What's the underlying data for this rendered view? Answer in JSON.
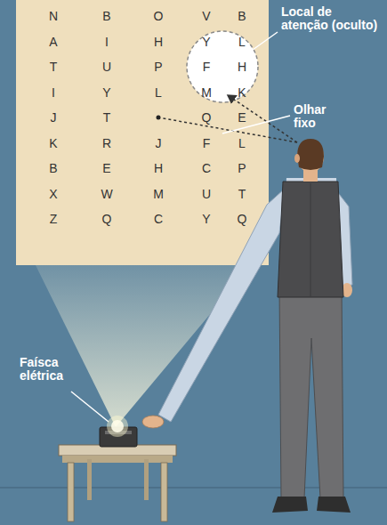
{
  "diagram": {
    "labels": [
      "N",
      "B",
      "O",
      "V",
      "B",
      "A",
      "I",
      "H",
      "Y",
      "L",
      "T",
      "U",
      "P",
      "F",
      "H",
      "I",
      "Y",
      "L",
      "M",
      "K",
      "J",
      "T",
      "Q",
      "E",
      "K",
      "R",
      "J",
      "F",
      "L",
      "B",
      "E",
      "H",
      "C",
      "P",
      "X",
      "W",
      "M",
      "U",
      "T",
      "Z",
      "Q",
      "C",
      "Y",
      "Q",
      "Local de atenção (oculto)",
      "Olhar fixo",
      "Faísca elétrica"
    ]
  }
}
